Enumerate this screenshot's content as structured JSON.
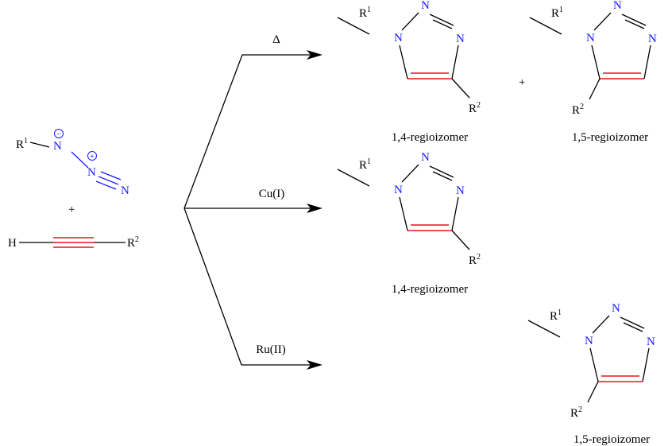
{
  "colors": {
    "nitrogen": "#1a1aff",
    "bond": "#000000",
    "alkyne_bond": "#e8141c",
    "text": "#000000"
  },
  "reactants": {
    "azide": {
      "substituent": "R",
      "substituent_sup": "1",
      "atoms": [
        "N",
        "N",
        "N"
      ],
      "charges": [
        "−",
        "+"
      ]
    },
    "plus": "+",
    "alkyne": {
      "left": "H",
      "right": "R",
      "right_sup": "2"
    }
  },
  "conditions": {
    "thermal": "Δ",
    "copper": "Cu(I)",
    "ruthenium": "Ru(II)"
  },
  "products": {
    "plus": "+",
    "triazole": {
      "nitrogen": "N",
      "r1": "R",
      "r1_sup": "1",
      "r2": "R",
      "r2_sup": "2"
    },
    "isomer_14": "1,4-regioizomer",
    "isomer_15": "1,5-regioizomer"
  }
}
